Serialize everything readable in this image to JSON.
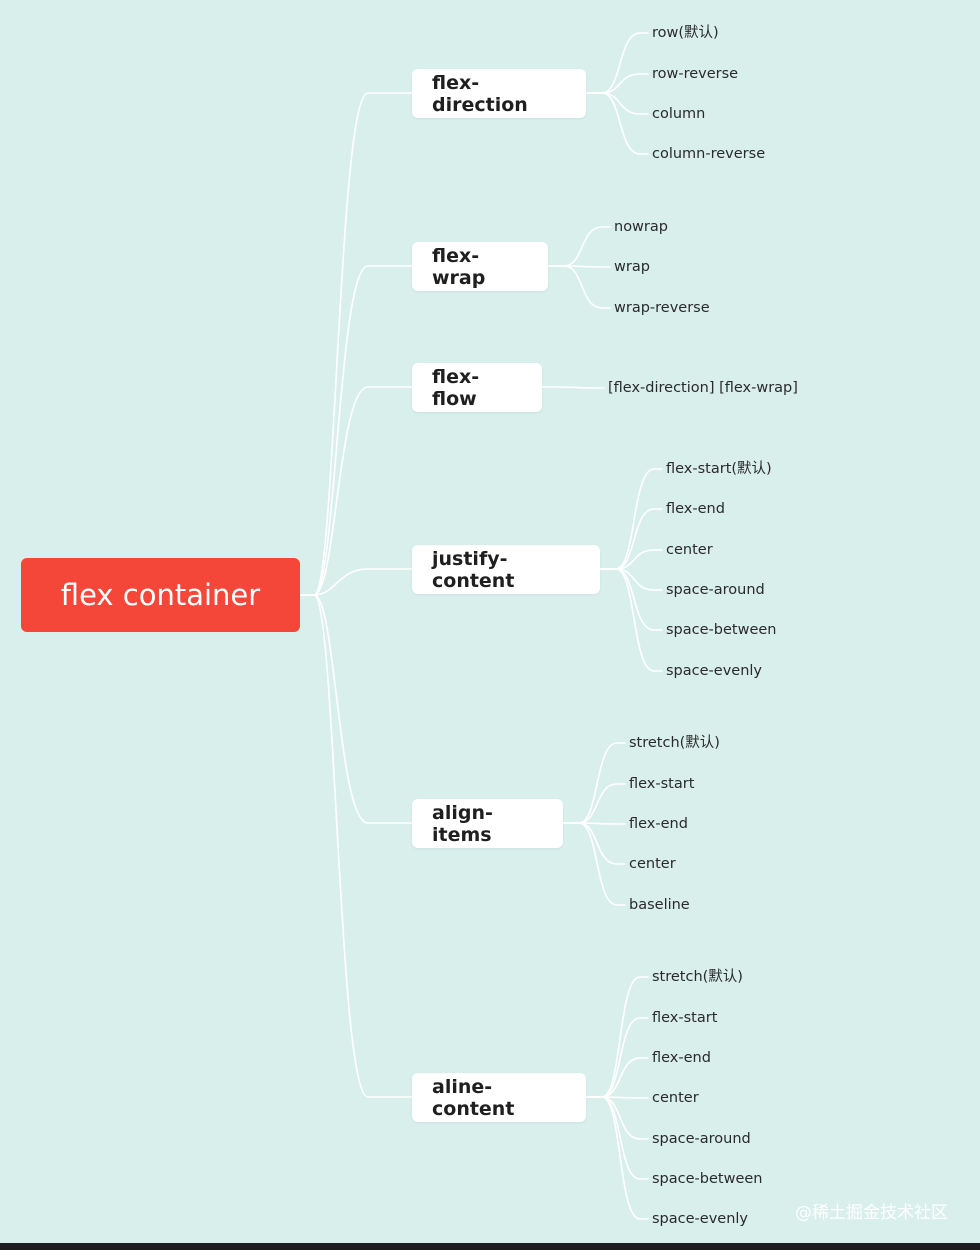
{
  "root": {
    "label": "flex container"
  },
  "branches": [
    {
      "label": "flex-direction",
      "items": [
        "row(默认)",
        "row-reverse",
        "column",
        "column-reverse"
      ]
    },
    {
      "label": "flex-wrap",
      "items": [
        "nowrap",
        "wrap",
        "wrap-reverse"
      ]
    },
    {
      "label": "flex-flow",
      "items": [
        "[flex-direction] [flex-wrap]"
      ]
    },
    {
      "label": "justify-content",
      "items": [
        "flex-start(默认)",
        "flex-end",
        "center",
        "space-around",
        "space-between",
        "space-evenly"
      ]
    },
    {
      "label": "align-items",
      "items": [
        "stretch(默认)",
        "flex-start",
        "flex-end",
        "center",
        "baseline"
      ]
    },
    {
      "label": "aline-content",
      "items": [
        "stretch(默认)",
        "flex-start",
        "flex-end",
        "center",
        "space-around",
        "space-between",
        "space-evenly"
      ]
    }
  ],
  "watermark": "@稀土掘金技术社区",
  "colors": {
    "background": "#d9efec",
    "root": "#f5463a",
    "branch": "#ffffff",
    "line": "#ffffff"
  }
}
